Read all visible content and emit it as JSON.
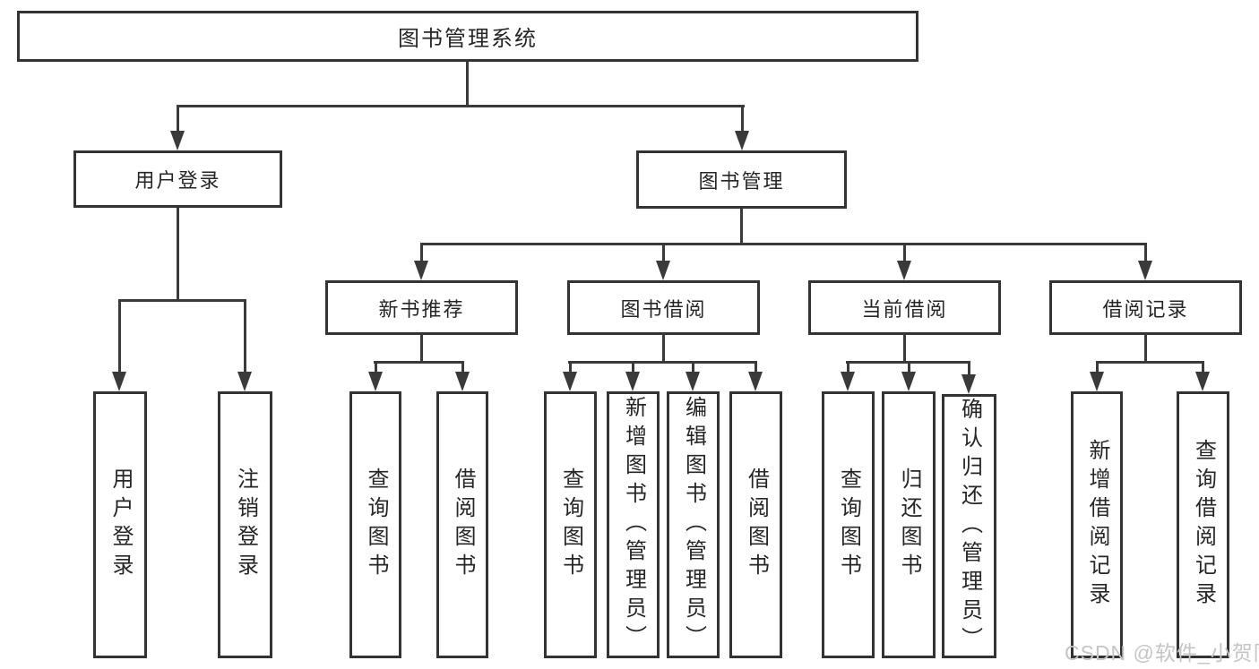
{
  "tree": {
    "root": {
      "label": "图书管理系统",
      "children": [
        {
          "label": "用户登录",
          "children": [
            {
              "label": "用户登录"
            },
            {
              "label": "注销登录"
            }
          ]
        },
        {
          "label": "图书管理",
          "children": [
            {
              "label": "新书推荐",
              "children": [
                {
                  "label": "查询图书"
                },
                {
                  "label": "借阅图书"
                }
              ]
            },
            {
              "label": "图书借阅",
              "children": [
                {
                  "label": "查询图书"
                },
                {
                  "label": "新增图书（管理员）"
                },
                {
                  "label": "编辑图书（管理员）"
                },
                {
                  "label": "借阅图书"
                }
              ]
            },
            {
              "label": "当前借阅",
              "children": [
                {
                  "label": "查询图书"
                },
                {
                  "label": "归还图书"
                },
                {
                  "label": "确认归还（管理员）"
                }
              ]
            },
            {
              "label": "借阅记录",
              "children": [
                {
                  "label": "新增借阅记录"
                },
                {
                  "label": "查询借阅记录"
                }
              ]
            }
          ]
        }
      ]
    }
  },
  "watermark": {
    "text": "CSDN @软件_小贺同学"
  },
  "colors": {
    "line": "#3a3a3a",
    "border": "#333333",
    "text": "#262626",
    "watermark": "#c5c5c5",
    "background": "#ffffff"
  }
}
